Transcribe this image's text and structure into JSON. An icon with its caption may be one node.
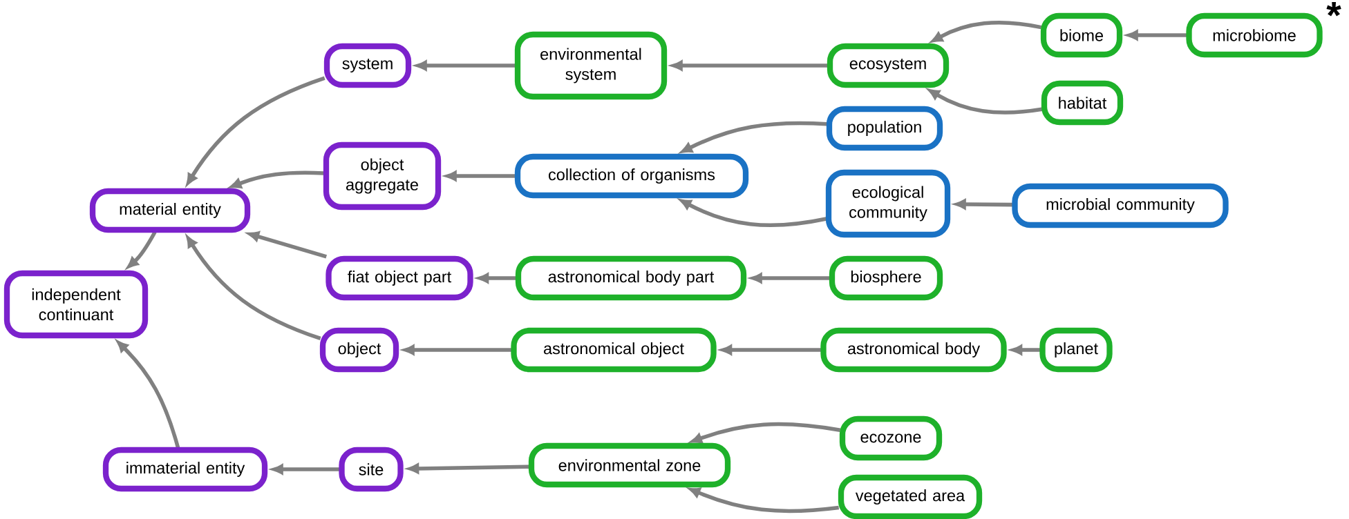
{
  "diagram": {
    "nodes": [
      {
        "text": [
          "system"
        ]
      },
      {
        "text": [
          "environmental system"
        ]
      },
      {
        "text": [
          "ecosystem"
        ]
      },
      {
        "text": [
          "biome"
        ]
      },
      {
        "text": [
          "microbiome"
        ]
      },
      {
        "text": [
          "habitat"
        ]
      },
      {
        "text": [
          "population"
        ]
      },
      {
        "text": [
          "material entity"
        ]
      },
      {
        "text": [
          "object aggregate"
        ]
      },
      {
        "text": [
          "collection of organisms"
        ]
      },
      {
        "text": [
          "ecological community"
        ]
      },
      {
        "text": [
          "microbial community"
        ]
      },
      {
        "text": [
          "independent continuant"
        ]
      },
      {
        "text": [
          "fiat object part"
        ]
      },
      {
        "text": [
          "astronomical body part"
        ]
      },
      {
        "text": [
          "biosphere"
        ]
      },
      {
        "text": [
          "object"
        ]
      },
      {
        "text": [
          "astronomical object"
        ]
      },
      {
        "text": [
          "astronomical body"
        ]
      },
      {
        "text": [
          "planet"
        ]
      },
      {
        "text": [
          "immaterial entity"
        ]
      },
      {
        "text": [
          "site"
        ]
      },
      {
        "text": [
          "environmental zone"
        ]
      },
      {
        "text": [
          "ecozone"
        ]
      },
      {
        "text": [
          "vegetated area"
        ]
      }
    ],
    "edges": [
      {
        "from": 0,
        "to": 7,
        "arrow": "to"
      },
      {
        "from": 1,
        "to": 0,
        "arrow": "to"
      },
      {
        "from": 2,
        "to": 1,
        "arrow": "to"
      },
      {
        "from": 3,
        "to": 2,
        "arrow": "to"
      },
      {
        "from": 4,
        "to": 3,
        "arrow": "to"
      },
      {
        "from": 5,
        "to": 2,
        "arrow": "to"
      },
      {
        "from": 6,
        "to": 9,
        "arrow": "to"
      },
      {
        "from": 8,
        "to": 7,
        "arrow": "to"
      },
      {
        "from": 9,
        "to": 8,
        "arrow": "to"
      },
      {
        "from": 10,
        "to": 9,
        "arrow": "to"
      },
      {
        "from": 11,
        "to": 10,
        "arrow": "to"
      },
      {
        "from": 13,
        "to": 7,
        "arrow": "to"
      },
      {
        "from": 14,
        "to": 13,
        "arrow": "to"
      },
      {
        "from": 15,
        "to": 14,
        "arrow": "to"
      },
      {
        "from": 16,
        "to": 7,
        "arrow": "to"
      },
      {
        "from": 17,
        "to": 16,
        "arrow": "to"
      },
      {
        "from": 18,
        "to": 17,
        "arrow": "to"
      },
      {
        "from": 19,
        "to": 18,
        "arrow": "to"
      },
      {
        "from": 7,
        "to": 12,
        "arrow": "to"
      },
      {
        "from": 20,
        "to": 12,
        "arrow": "to"
      },
      {
        "from": 21,
        "to": 20,
        "arrow": "to"
      },
      {
        "from": 22,
        "to": 21,
        "arrow": "to"
      },
      {
        "from": 23,
        "to": 22,
        "arrow": "to"
      },
      {
        "from": 24,
        "to": 22,
        "arrow": "to"
      }
    ],
    "labels": [
      "*"
    ]
  }
}
